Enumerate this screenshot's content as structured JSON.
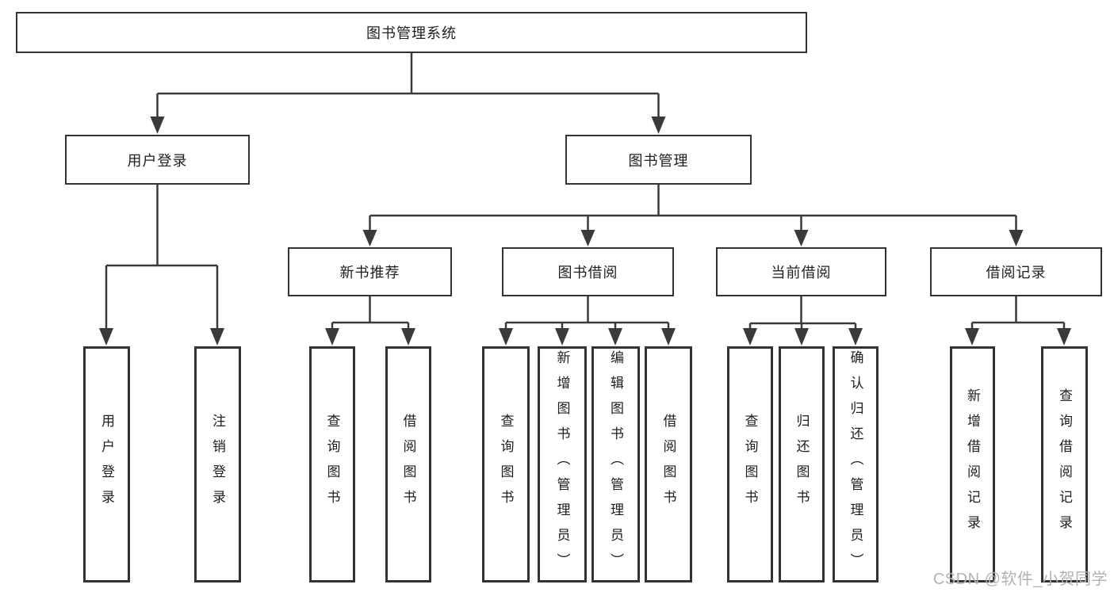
{
  "diagram_title": "图书管理系统",
  "nodes": {
    "root": "图书管理系统",
    "user_login": "用户登录",
    "book_mgmt": "图书管理",
    "new_book_rec": "新书推荐",
    "book_borrow": "图书借阅",
    "current_borrow": "当前借阅",
    "borrow_records": "借阅记录",
    "leaves": {
      "user_login": [
        "用户登录",
        "注销登录"
      ],
      "new_book_rec": [
        "查询图书",
        "借阅图书"
      ],
      "book_borrow": [
        "查询图书",
        "新增图书（管理员）",
        "编辑图书（管理员）",
        "借阅图书"
      ],
      "current_borrow": [
        "查询图书",
        "归还图书",
        "确认归还（管理员）"
      ],
      "borrow_records": [
        "新增借阅记录",
        "查询借阅记录"
      ]
    }
  },
  "watermark": "CSDN @软件_小贺同学",
  "colors": {
    "line": "#3a3a3a",
    "border": "#333333",
    "text": "#1e1e1e",
    "watermark": "#b5b1b1",
    "background": "#ffffff"
  }
}
